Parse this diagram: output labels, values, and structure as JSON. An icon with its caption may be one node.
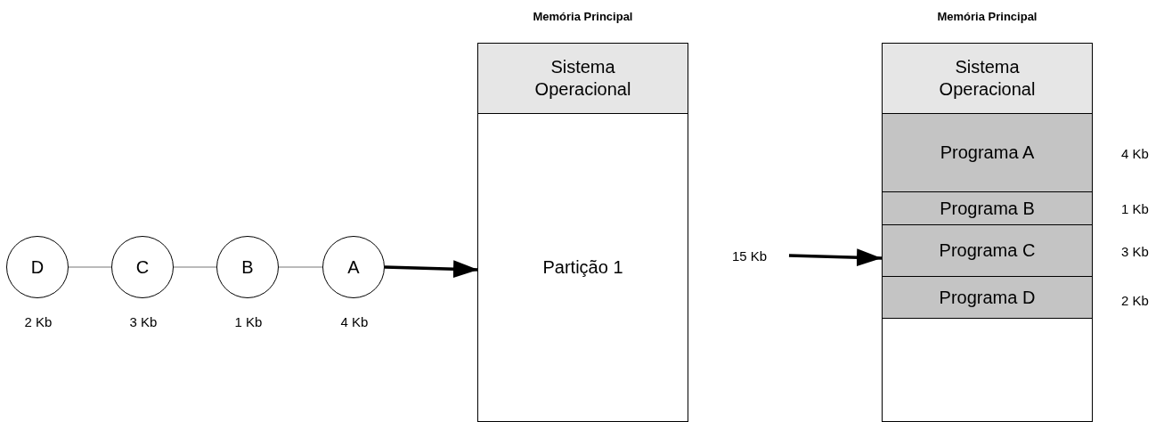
{
  "diagram": {
    "nodes": [
      {
        "text": [
          "D"
        ],
        "beside": [
          "2 Kb"
        ]
      },
      {
        "text": [
          "C"
        ],
        "beside": [
          "3 Kb"
        ]
      },
      {
        "text": [
          "B"
        ],
        "beside": [
          "1 Kb"
        ]
      },
      {
        "text": [
          "A"
        ],
        "beside": [
          "4 Kb"
        ]
      },
      {
        "text": [
          "Memória Principal"
        ]
      },
      {
        "text": [
          "Sistema Operacional"
        ],
        "in": 4
      },
      {
        "text": [
          "Partição 1"
        ],
        "in": 4
      },
      {
        "text": [
          "15 Kb"
        ]
      },
      {
        "text": [
          "Memória Principal"
        ]
      },
      {
        "text": [
          "Sistema Operacional"
        ],
        "in": 8
      },
      {
        "text": [
          "Programa A"
        ],
        "in": 8,
        "beside": [
          "4 Kb"
        ]
      },
      {
        "text": [
          "Programa B"
        ],
        "in": 8,
        "beside": [
          "1 Kb"
        ]
      },
      {
        "text": [
          "Programa C"
        ],
        "in": 8,
        "beside": [
          "3 Kb"
        ]
      },
      {
        "text": [
          "Programa D"
        ],
        "in": 8,
        "beside": [
          "2 Kb"
        ]
      }
    ],
    "edges": [
      {
        "from": 0,
        "to": 1,
        "arrow": "none"
      },
      {
        "from": 1,
        "to": 2,
        "arrow": "none"
      },
      {
        "from": 2,
        "to": 3,
        "arrow": "none"
      },
      {
        "from": 3,
        "to": 6,
        "arrow": "to",
        "style": "thick",
        "color": "#000000"
      },
      {
        "from": 7,
        "to": 8,
        "arrow": "to",
        "style": "thick",
        "color": "#000000"
      }
    ]
  }
}
